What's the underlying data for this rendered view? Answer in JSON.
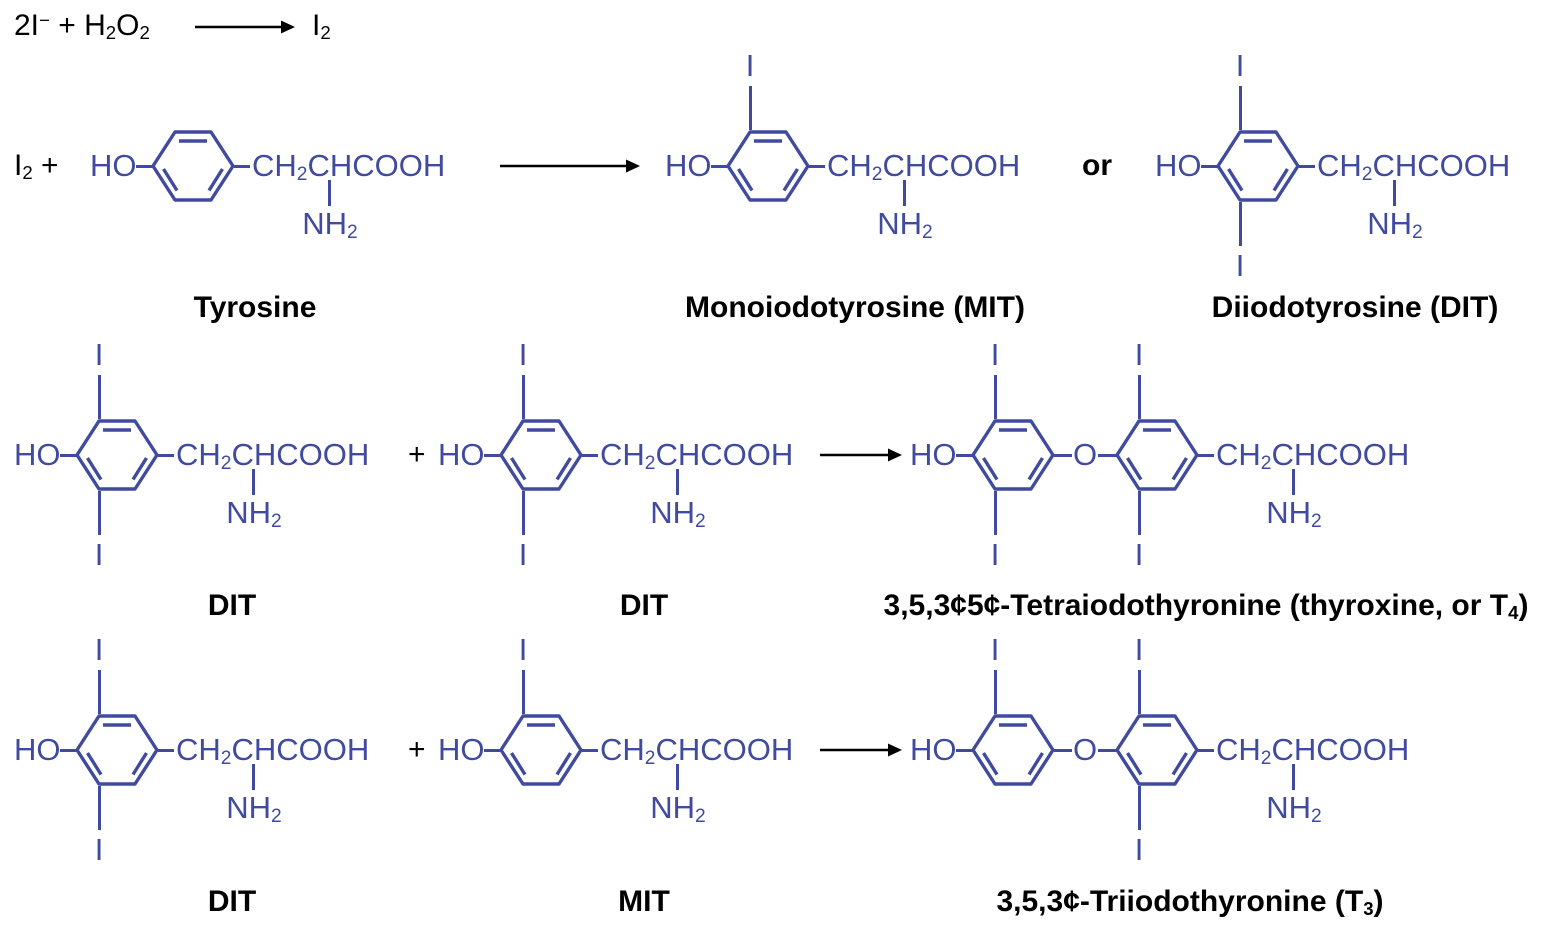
{
  "colors": {
    "molecule": "#404a9e",
    "ink": "#000000"
  },
  "top_reaction": {
    "lhs": "2I^−^ + H~2~O~2~",
    "rhs": "I~2~"
  },
  "row1": {
    "prefix": "I~2~ +",
    "or": "or",
    "captions": {
      "tyrosine": "Tyrosine",
      "mit": "Monoiodotyrosine (MIT)",
      "dit": "Diiodotyrosine (DIT)"
    }
  },
  "row2": {
    "plus": "+",
    "captions": {
      "left": "DIT",
      "right": "DIT",
      "product": "3,5,3¢5¢-Tetraiodothyronine (thyroxine, or T~4~)"
    }
  },
  "row3": {
    "plus": "+",
    "captions": {
      "left": "DIT",
      "right": "MIT",
      "product": "3,5,3¢-Triiodothyronine (T~3~)"
    }
  },
  "molecule_text": {
    "hydroxyl": "HO",
    "chain": "CH~2~CHCOOH",
    "amine": "NH~2~",
    "iodine": "I",
    "ether": "O"
  },
  "molecules": {
    "tyrosine": {
      "bridge": false,
      "rings": [
        {
          "i_top": false,
          "i_bottom": false
        }
      ]
    },
    "mit": {
      "bridge": false,
      "rings": [
        {
          "i_top": true,
          "i_bottom": false
        }
      ]
    },
    "dit": {
      "bridge": false,
      "rings": [
        {
          "i_top": true,
          "i_bottom": true
        }
      ]
    },
    "t4": {
      "bridge": true,
      "rings": [
        {
          "i_top": true,
          "i_bottom": true
        },
        {
          "i_top": true,
          "i_bottom": true
        }
      ]
    },
    "t3": {
      "bridge": true,
      "rings": [
        {
          "i_top": true,
          "i_bottom": false
        },
        {
          "i_top": true,
          "i_bottom": true
        }
      ]
    }
  }
}
